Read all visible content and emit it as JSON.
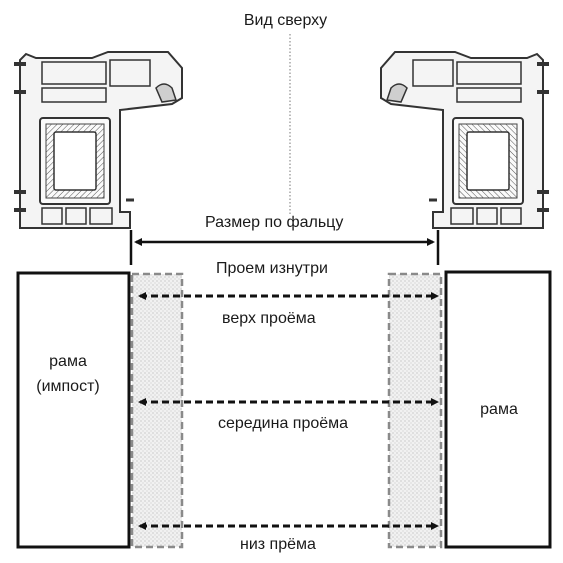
{
  "title": "Вид сверху",
  "labels": {
    "fold_size": "Размер по фальцу",
    "inner_opening": "Проем изнутри",
    "top": "верх проёма",
    "middle": "середина проёма",
    "bottom": "низ прёма"
  },
  "frames": {
    "left_line1": "рама",
    "left_line2": "(импост)",
    "right": "рама"
  },
  "colors": {
    "stroke": "#111111",
    "dashed_zone": "#8a8a8a",
    "zone_fill": "#e9e9e9"
  }
}
